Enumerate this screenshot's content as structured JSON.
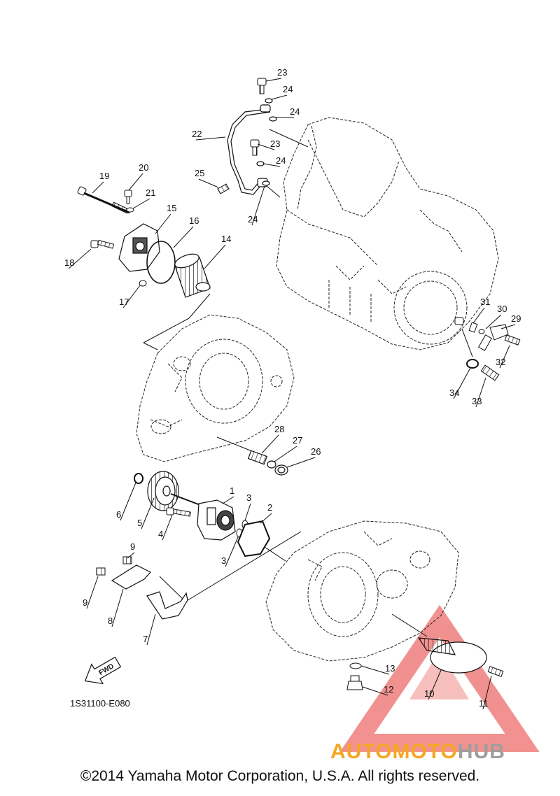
{
  "diagram": {
    "code": "1S31100-E080",
    "fwd_label": "FWD",
    "callouts": [
      "1",
      "2",
      "3",
      "3",
      "4",
      "5",
      "6",
      "7",
      "8",
      "9",
      "9",
      "10",
      "11",
      "12",
      "13",
      "14",
      "15",
      "16",
      "17",
      "18",
      "19",
      "20",
      "21",
      "22",
      "23",
      "23",
      "24",
      "24",
      "24",
      "24",
      "25",
      "26",
      "27",
      "28",
      "29",
      "30",
      "31",
      "32",
      "33",
      "34"
    ]
  },
  "watermark": {
    "part1": "AUTOMOTO",
    "part2": "HUB",
    "color1": "#f5a623",
    "color2": "#9e9e9e",
    "triangle_color": "#e53935"
  },
  "footer": {
    "copyright": "©2014 Yamaha Motor Corporation, U.S.A. All rights reserved."
  }
}
